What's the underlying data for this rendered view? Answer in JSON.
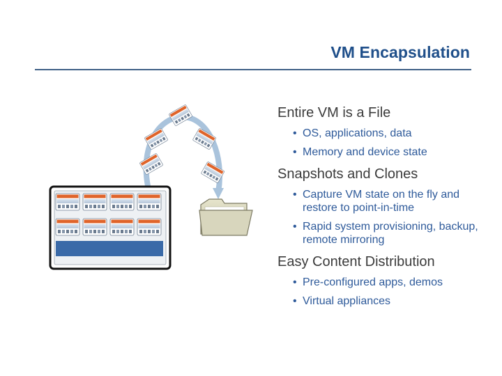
{
  "title": "VM Encapsulation",
  "sections": [
    {
      "heading": "Entire VM is a File",
      "bullets": [
        "OS, applications, data",
        "Memory and device state"
      ]
    },
    {
      "heading": "Snapshots and Clones",
      "bullets": [
        "Capture VM state on the fly and restore to point-in-time",
        "Rapid system provisioning, backup, remote mirroring"
      ]
    },
    {
      "heading": "Easy Content Distribution",
      "bullets": [
        "Pre-configured apps, demos",
        "Virtual appliances"
      ]
    }
  ],
  "icons": {
    "server": "server-icon",
    "folder": "folder-icon",
    "vm": "vm-icon",
    "arrow": "arc-arrow"
  },
  "colors": {
    "title": "#1f4f8a",
    "rule": "#3e5f86",
    "heading": "#3b3b3b",
    "bullet": "#2e5a9a",
    "arrow": "#a9c3dc",
    "server_bar": "#3a6aa8",
    "vm_header": "#e0642a",
    "folder": "#d8d6bd"
  }
}
